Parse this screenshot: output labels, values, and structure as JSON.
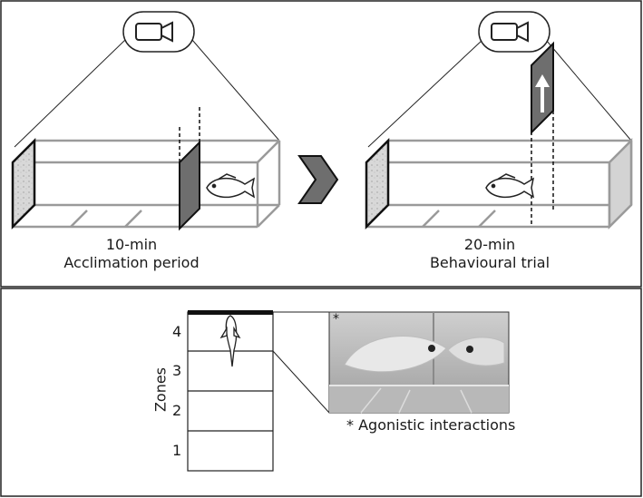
{
  "panel_top": {
    "left_stage": {
      "duration": "10-min",
      "caption": "Acclimation period",
      "icon": "camera-icon"
    },
    "right_stage": {
      "duration": "20-min",
      "caption": "Behavioural trial",
      "icon": "camera-icon"
    },
    "arrow_icon": "chevron-right-icon",
    "fish_icon": "fish-icon"
  },
  "panel_bottom": {
    "axis_label": "Zones",
    "zones": [
      "1",
      "2",
      "3",
      "4"
    ],
    "photo_marker": "*",
    "note_marker": "*",
    "note_text": "Agonistic interactions"
  },
  "colors": {
    "divider": "#6e6e6e",
    "tank_edge": "#9a9a9a",
    "dark_edge": "#111111"
  }
}
